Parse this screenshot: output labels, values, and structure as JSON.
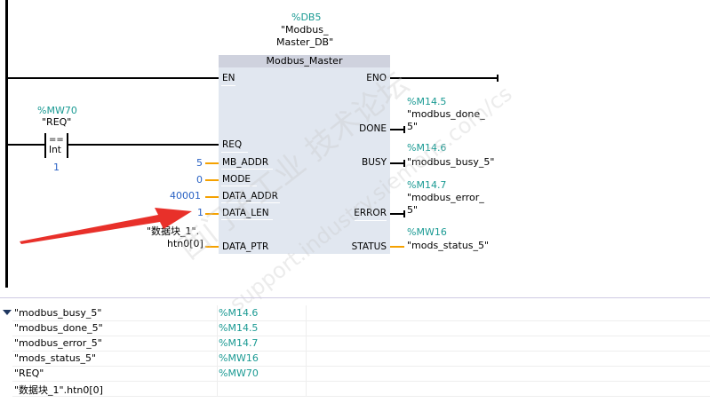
{
  "block": {
    "instance_address": "%DB5",
    "instance_name_line1": "\"Modbus_",
    "instance_name_line2": "Master_DB\"",
    "type_name": "Modbus_Master",
    "inputs": {
      "en": "EN",
      "req": "REQ",
      "mb_addr": "MB_ADDR",
      "mode": "MODE",
      "data_addr": "DATA_ADDR",
      "data_len": "DATA_LEN",
      "data_ptr": "DATA_PTR"
    },
    "outputs": {
      "eno": "ENO",
      "done": "DONE",
      "busy": "BUSY",
      "error": "ERROR",
      "status": "STATUS"
    }
  },
  "contact": {
    "address": "%MW70",
    "name": "\"REQ\"",
    "operator": "==",
    "type": "Int",
    "compare_value": "1"
  },
  "input_values": {
    "mb_addr": "5",
    "mode": "0",
    "data_addr": "40001",
    "data_len": "1",
    "data_ptr_line1": "\"数据块_1\".",
    "data_ptr_line2": "htn0[0]"
  },
  "output_tags": {
    "done_address": "%M14.5",
    "done_name_line1": "\"modbus_done_",
    "done_name_line2": "5\"",
    "busy_address": "%M14.6",
    "busy_name": "\"modbus_busy_5\"",
    "error_address": "%M14.7",
    "error_name_line1": "\"modbus_error_",
    "error_name_line2": "5\"",
    "status_address": "%MW16",
    "status_name": "\"mods_status_5\""
  },
  "watermark": {
    "line1": "西门子工业  技术论坛",
    "line2": "support.industry.siemens.com/cs"
  },
  "tag_table": {
    "rows": [
      {
        "name": "\"modbus_busy_5\"",
        "address": "%M14.6"
      },
      {
        "name": "\"modbus_done_5\"",
        "address": "%M14.5"
      },
      {
        "name": "\"modbus_error_5\"",
        "address": "%M14.7"
      },
      {
        "name": "\"mods_status_5\"",
        "address": "%MW16"
      },
      {
        "name": "\"REQ\"",
        "address": "%MW70"
      },
      {
        "name": "\"数据块_1\".htn0[0]",
        "address": ""
      }
    ]
  },
  "colors": {
    "address": "#1a9a93",
    "constant": "#2a62c4",
    "block_body": "#e1e7f0",
    "block_header": "#cfd2de",
    "wire_data": "#f5a100",
    "arrow": "#e8302a"
  }
}
